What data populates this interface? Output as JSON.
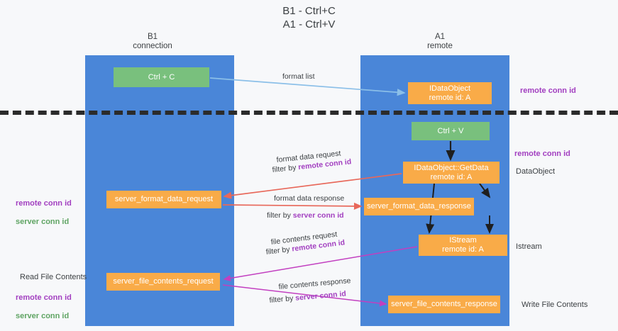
{
  "diagram": {
    "title": "B1 - Ctrl+C\nA1 - Ctrl+V",
    "lanes": [
      {
        "id": "b1",
        "header": "B1\nconnection"
      },
      {
        "id": "a1",
        "header": "A1\nremote"
      }
    ],
    "boxes": [
      {
        "id": "ctrl-c",
        "label": "Ctrl + C",
        "color": "#79c07d",
        "lane": "b1"
      },
      {
        "id": "idataobject",
        "label": "IDataObject\nremote id: A",
        "color": "#f9ab48",
        "lane": "a1"
      },
      {
        "id": "ctrl-v",
        "label": "Ctrl + V",
        "color": "#79c07d",
        "lane": "a1"
      },
      {
        "id": "idataobject-getdata",
        "label": "IDataObject::GetData\nremote id: A",
        "color": "#f9ab48",
        "lane": "a1"
      },
      {
        "id": "server-format-data-request",
        "label": "server_format_data_request",
        "color": "#f9ab48",
        "lane": "b1"
      },
      {
        "id": "server-format-data-response",
        "label": "server_format_data_response",
        "color": "#f9ab48",
        "lane": "a1"
      },
      {
        "id": "istream",
        "label": "IStream\nremote id: A",
        "color": "#f9ab48",
        "lane": "a1"
      },
      {
        "id": "server-file-contents-request",
        "label": "server_file_contents_request",
        "color": "#f9ab48",
        "lane": "b1"
      },
      {
        "id": "server-file-contents-response",
        "label": "server_file_contents_response",
        "color": "#f9ab48",
        "lane": "a1"
      }
    ],
    "arrow_labels": {
      "format_list": "format list",
      "format_data_request": "format data request",
      "format_data_request_filter_prefix": "filter by ",
      "format_data_request_filter_key": "remote conn id",
      "format_data_response": "format data response",
      "format_data_response_filter_prefix": "filter by ",
      "format_data_response_filter_key": "server conn id",
      "file_contents_request": "file contents request",
      "file_contents_request_filter_prefix": "filter by ",
      "file_contents_request_filter_key": "remote conn id",
      "file_contents_response": "file contents response",
      "file_contents_response_filter_prefix": "filter by ",
      "file_contents_response_filter_key": "server conn id"
    },
    "right_labels": {
      "remote_conn_id_top": "remote conn id",
      "remote_conn_id_mid": "remote conn id",
      "dataobject": "DataObject",
      "istream": "Istream",
      "write_file_contents": "Write File Contents"
    },
    "left_labels": {
      "remote_conn_id": "remote conn id",
      "server_conn_id": "server conn id",
      "read_file_contents": "Read File Contents",
      "remote_conn_id_bottom": "remote conn id",
      "server_conn_id_bottom": "server conn id"
    },
    "colors": {
      "lane": "#4a86d8",
      "green_box": "#79c07d",
      "orange_box": "#f9ab48",
      "purple_text": "#a23fc0",
      "green_text": "#5fa463",
      "divider": "#2b2b2b",
      "arrow_blue": "#8bbfe8",
      "arrow_red": "#e8685a",
      "arrow_magenta": "#c23fc0",
      "arrow_black": "#1f1f1f",
      "background": "#f7f8fa"
    }
  }
}
